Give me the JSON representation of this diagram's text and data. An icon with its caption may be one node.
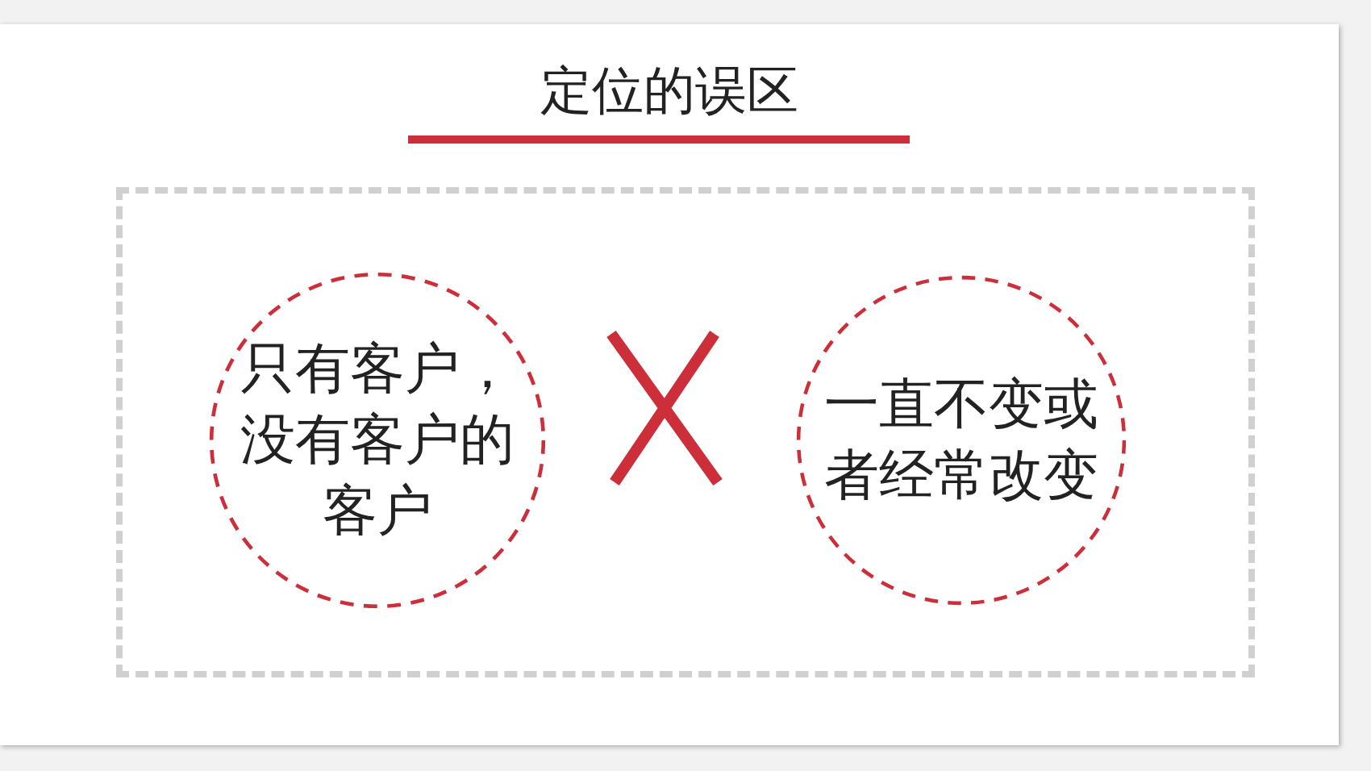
{
  "diagram": {
    "title": "定位的误区",
    "nodes": [
      {
        "text": [],
        "shape": "box"
      },
      {
        "text": [
          "只有客户，没有客户的客户"
        ],
        "in": 0
      },
      {
        "text": [
          "一直不变或者经常改变"
        ],
        "in": 0
      }
    ],
    "edges": []
  }
}
